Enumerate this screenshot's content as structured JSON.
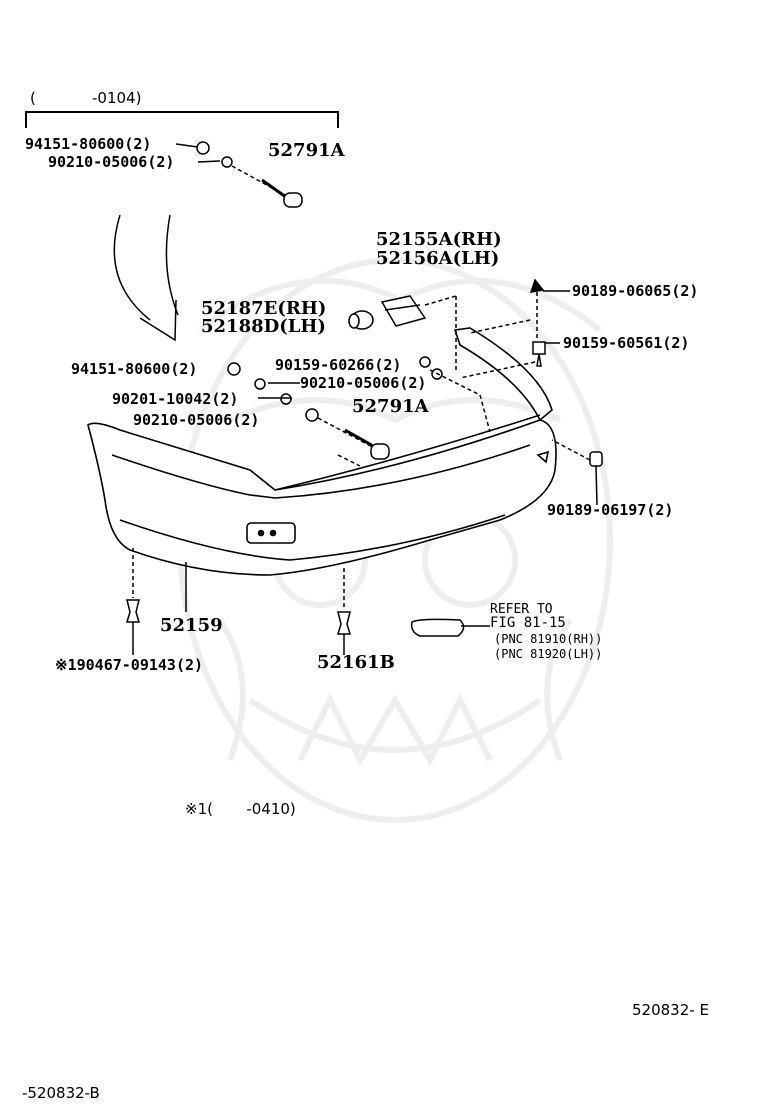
{
  "header": {
    "bracket_open": "(",
    "date_range": "-0104)"
  },
  "labels": {
    "p94151_top": "94151-80600(2)",
    "p90210_top": "90210-05006(2)",
    "p52791_top": "52791A",
    "p52155": "52155A(RH)",
    "p52156": "52156A(LH)",
    "p52187": "52187E(RH)",
    "p52188": "52188D(LH)",
    "p90189_06065": "90189-06065(2)",
    "p90159_60561": "90159-60561(2)",
    "p94151_mid": "94151-80600(2)",
    "p90159_60266": "90159-60266(2)",
    "p90210_mid": "90210-05006(2)",
    "p90201": "90201-10042(2)",
    "p90210_low": "90210-05006(2)",
    "p52791_mid": "52791A",
    "p90189_06197": "90189-06197(2)",
    "p52159": "52159",
    "p90467": "※190467-09143(2)",
    "p52161": "52161B",
    "refer_line1": "REFER TO",
    "refer_line2": "FIG  81-15",
    "refer_pnc1": "(PNC 81910(RH))",
    "refer_pnc2": "(PNC 81920(LH))"
  },
  "notes": {
    "footnote": "※1(       -0410)",
    "fig_code": "520832- E",
    "page_code": "-520832-B"
  }
}
